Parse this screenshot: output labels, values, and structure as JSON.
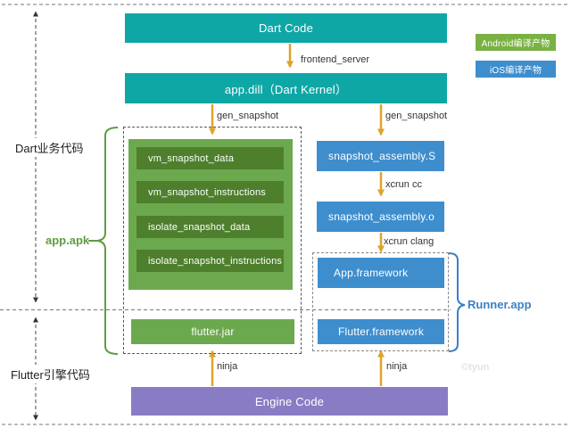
{
  "legend": {
    "android": "Android编译产物",
    "ios": "iOS编译产物"
  },
  "sections": {
    "dart_business": "Dart业务代码",
    "flutter_engine": "Flutter引擎代码"
  },
  "nodes": {
    "dart_code": "Dart Code",
    "app_dill": "app.dill（Dart Kernel）",
    "vm_snapshot_data": "vm_snapshot_data",
    "vm_snapshot_instructions": "vm_snapshot_instructions",
    "isolate_snapshot_data": "isolate_snapshot_data",
    "isolate_snapshot_instructions": "isolate_snapshot_instructions",
    "flutter_jar": "flutter.jar",
    "snapshot_assembly_s": "snapshot_assembly.S",
    "snapshot_assembly_o": "snapshot_assembly.o",
    "app_framework": "App.framework",
    "flutter_framework": "Flutter.framework",
    "engine_code": "Engine Code"
  },
  "edges": {
    "frontend_server": "frontend_server",
    "gen_snapshot_android": "gen_snapshot",
    "gen_snapshot_ios": "gen_snapshot",
    "xcrun_cc": "xcrun cc",
    "xcrun_clang": "xcrun clang",
    "ninja_android": "ninja",
    "ninja_ios": "ninja"
  },
  "groups": {
    "apk": "app.apk",
    "runner": "Runner.app"
  },
  "watermark": "©tyun",
  "colors": {
    "teal": "#0FA6A6",
    "green_mid": "#6CA94E",
    "green_dark": "#4E7F2D",
    "green_legend": "#7AB143",
    "blue": "#3E8ECE",
    "purple": "#8A7CC4",
    "arrow_orange": "#DFA32B",
    "apk_label": "#5E9C40",
    "runner_label": "#3C80C4"
  }
}
